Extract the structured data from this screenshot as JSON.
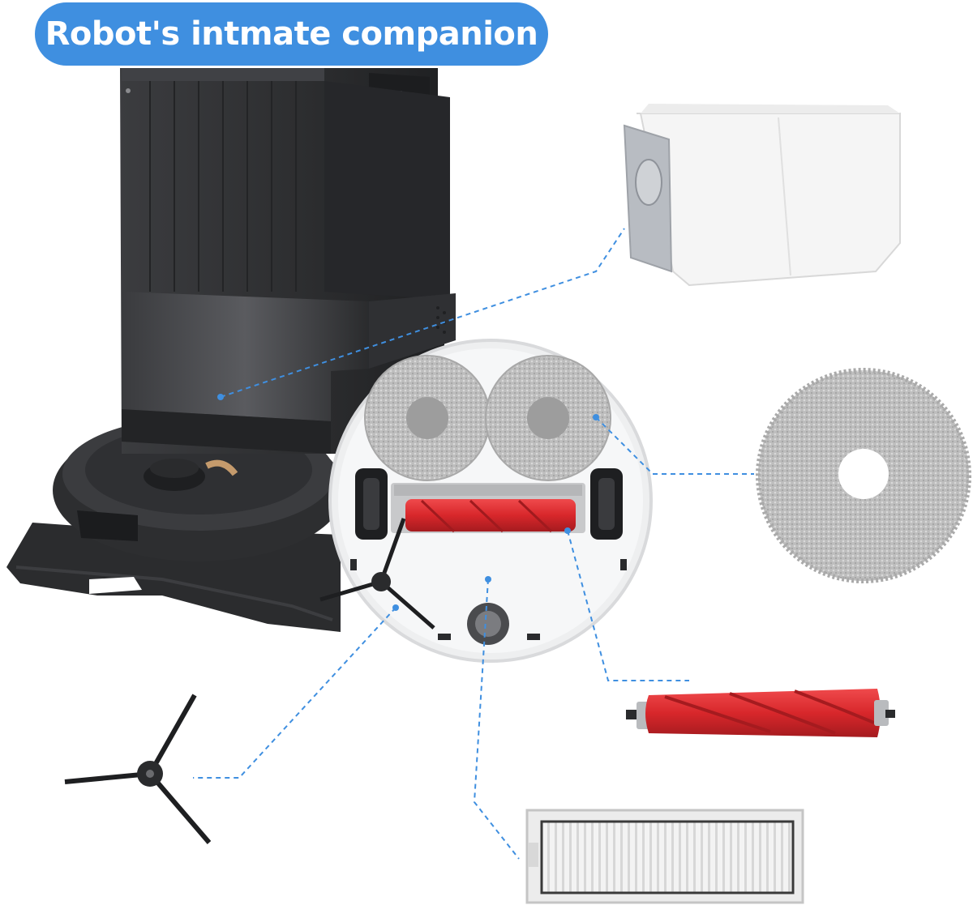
{
  "banner": {
    "title": "Robot's intmate companion"
  },
  "colors": {
    "banner": "#3f8fe0",
    "dock": "#2e2f31",
    "robot_body": "#f4f5f6",
    "roller": "#d8272b",
    "leader_line": "#3f8fe0",
    "mop": "#bfbfbf"
  },
  "parts": [
    {
      "name": "dust-bag",
      "icon": "dust-bag-icon"
    },
    {
      "name": "mop-pad",
      "icon": "mop-pad-icon"
    },
    {
      "name": "main-roller-brush",
      "icon": "roller-brush-icon"
    },
    {
      "name": "hepa-filter",
      "icon": "filter-icon"
    },
    {
      "name": "side-brush",
      "icon": "side-brush-icon"
    }
  ]
}
